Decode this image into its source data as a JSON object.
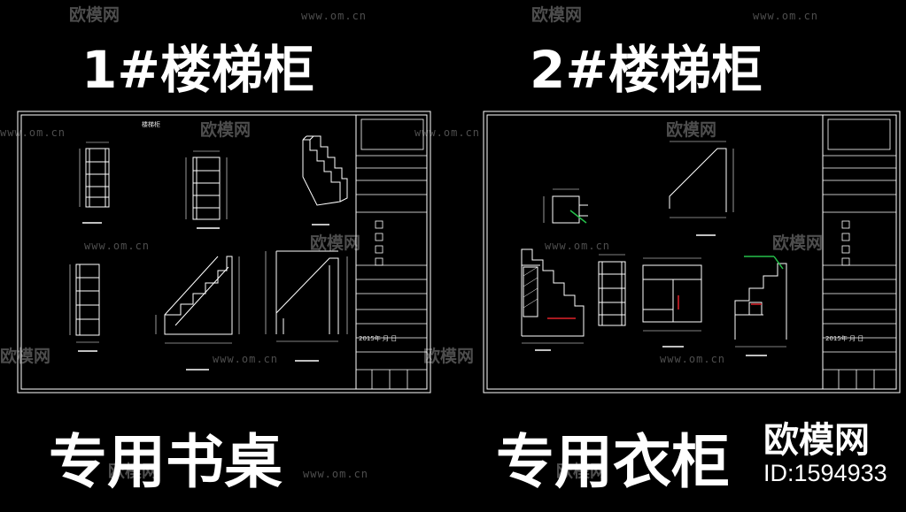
{
  "panels": [
    {
      "title": "1#楼梯柜",
      "subtitle": "专用书桌",
      "sheet_header": "楼梯柜",
      "footer_date": "2015年 月 日"
    },
    {
      "title": "2#楼梯柜",
      "subtitle": "专用衣柜",
      "sheet_header": "",
      "footer_date": "2015年 月 日"
    }
  ],
  "watermark": {
    "text": "欧模网",
    "url": "www.om.cn"
  },
  "brand": {
    "name": "欧模网",
    "id": "ID:1594933"
  },
  "colors": {
    "background": "#000000",
    "line": "#ffffff",
    "green": "#25c04a",
    "red": "#e0232b",
    "watermark": "#8d8d8d"
  }
}
